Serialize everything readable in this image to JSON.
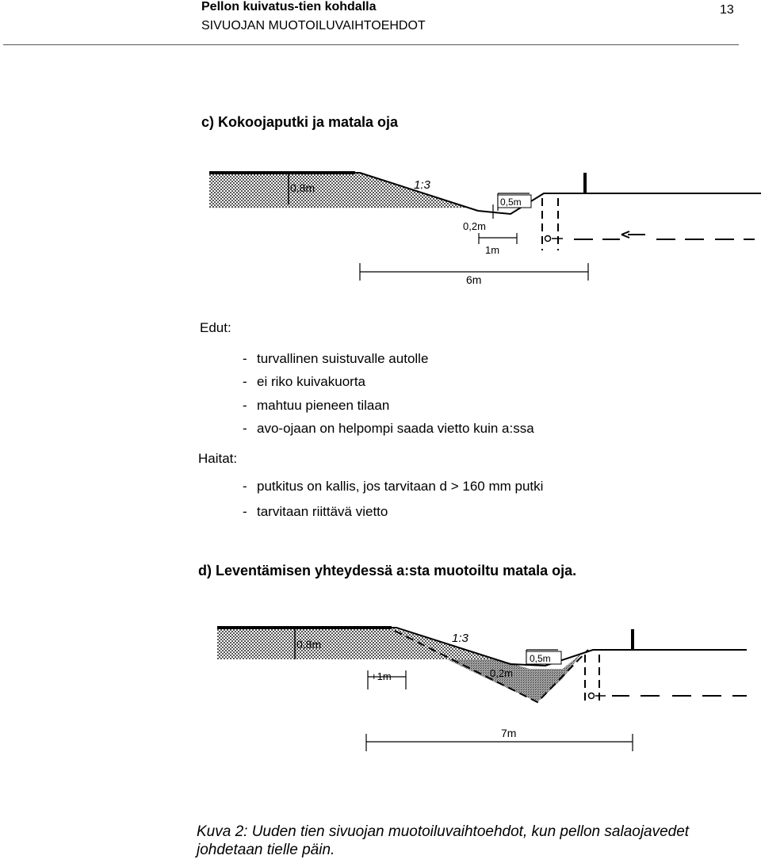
{
  "header": {
    "title": "Pellon kuivatus-tien kohdalla",
    "subtitle": "SIVUOJAN MUOTOILUVAIHTOEHDOT",
    "page_number": "13"
  },
  "section_c": {
    "heading": "c) Kokoojaputki ja matala oja",
    "figure": {
      "label_depth": "0,8m",
      "label_slope": "1:3",
      "label_top": "0,5m",
      "label_bottom": "0,2m",
      "label_width": "1m",
      "label_total": "6m"
    },
    "advantages_label": "Edut:",
    "advantages": [
      "turvallinen suistuvalle autolle",
      "ei riko kuivakuorta",
      "mahtuu pieneen tilaan",
      "avo-ojaan on helpompi saada vietto kuin a:ssa"
    ],
    "disadvantages_label": "Haitat:",
    "disadvantages": [
      "putkitus on kallis, jos tarvitaan d > 160 mm putki",
      "tarvitaan riittävä vietto"
    ],
    "dash": "-"
  },
  "section_d": {
    "heading": "d) Leventämisen yhteydessä a:sta muotoiltu matala oja.",
    "figure": {
      "label_depth": "0,8m",
      "label_slope": "1:3",
      "label_top": "0,5m",
      "label_bottom": "0,2m",
      "label_widen": "+1m",
      "label_total": "7m"
    }
  },
  "caption": "Kuva 2: Uuden tien sivuojan muotoiluvaihtoehdot, kun pellon salaojavedet johdetaan tielle päin."
}
